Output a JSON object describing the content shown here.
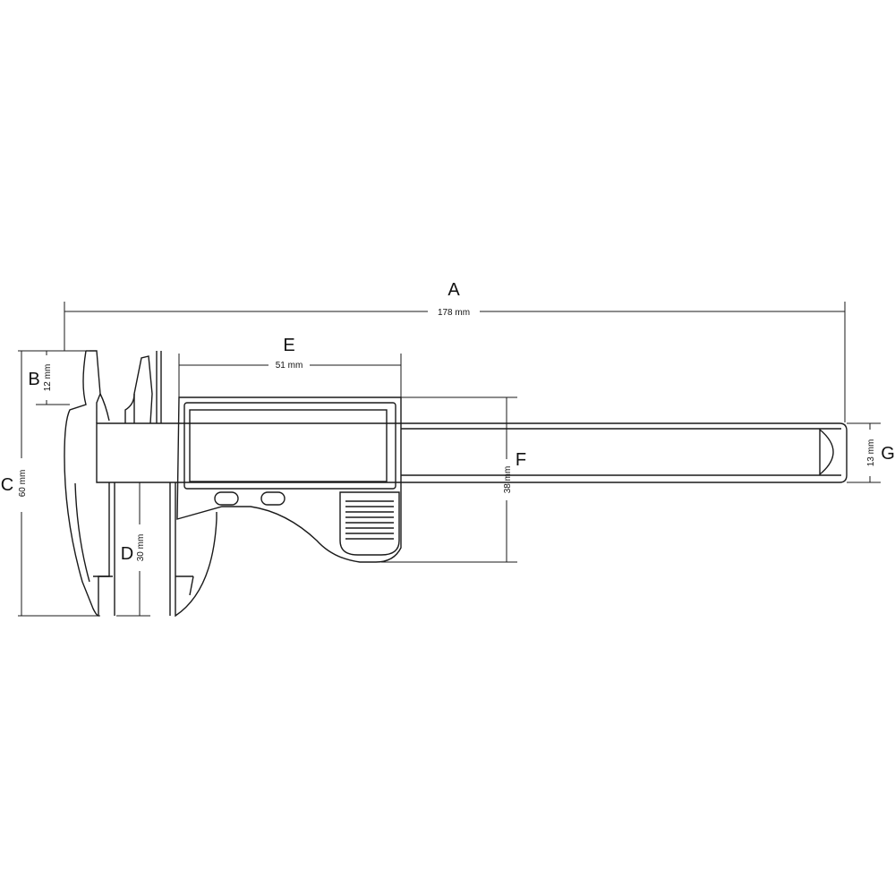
{
  "dimensions": {
    "A": {
      "letter": "A",
      "value": "178 mm"
    },
    "B": {
      "letter": "B",
      "value": "12 mm"
    },
    "C": {
      "letter": "C",
      "value": "60 mm"
    },
    "D": {
      "letter": "D",
      "value": "30 mm"
    },
    "E": {
      "letter": "E",
      "value": "51 mm"
    },
    "F": {
      "letter": "F",
      "value": "38 mm"
    },
    "G": {
      "letter": "G",
      "value": "13 mm"
    }
  },
  "colors": {
    "line": "#1a1a1a",
    "background": "#ffffff"
  }
}
